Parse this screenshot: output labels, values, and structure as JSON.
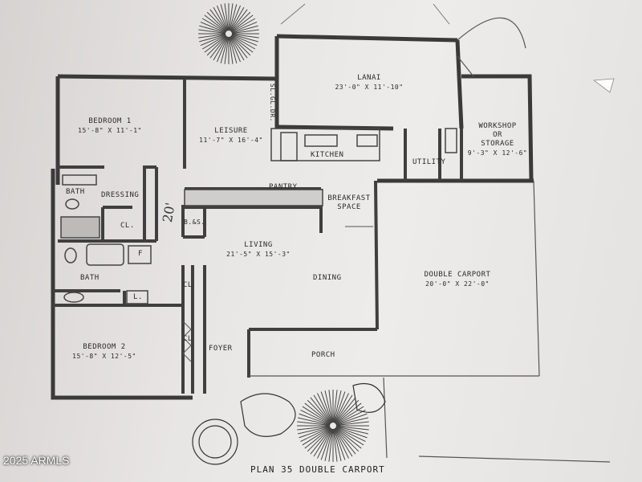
{
  "rooms": {
    "lanai": {
      "name": "LANAI",
      "dims": "23'-0\" X 11'-10\""
    },
    "workshop": {
      "name1": "WORKSHOP",
      "name2": "OR",
      "name3": "STORAGE",
      "dims": "9'-3\" X 12'-6\""
    },
    "bedroom1": {
      "name": "BEDROOM 1",
      "dims": "15'-8\" X 11'-1\""
    },
    "leisure": {
      "name": "LEISURE",
      "dims": "11'-7\" X 16'-4\""
    },
    "sl_gl_dr": "SL.GL.DR.",
    "kitchen": "KITCHEN",
    "utility": "UTILITY",
    "pantry": "PANTRY",
    "breakfast": {
      "line1": "BREAKFAST",
      "line2": "SPACE"
    },
    "bath_upper": "BATH",
    "dressing": "DRESSING",
    "cl_upper": "CL.",
    "bs": "B.&S.",
    "f": "F",
    "living": {
      "name": "LIVING",
      "dims": "21'-5\" X 15'-3\""
    },
    "dining": "DINING",
    "double_carport": {
      "name": "DOUBLE CARPORT",
      "dims": "20'-0\" X 22'-0\""
    },
    "bath_lower": "BATH",
    "l": "L.",
    "cl_mid": "CL",
    "cl_lower": "CL",
    "bedroom2": {
      "name": "BEDROOM 2",
      "dims": "15'-8\" X 12'-5\""
    },
    "foyer": "FOYER",
    "porch": "PORCH"
  },
  "handwritten": "20'",
  "plan_title": "PLAN 35 DOUBLE CARPORT",
  "watermark": "2025 ARMLS",
  "colors": {
    "wall": "#3a3a3a",
    "paper": "#e8e6e4",
    "ink": "#2a2a2a"
  }
}
